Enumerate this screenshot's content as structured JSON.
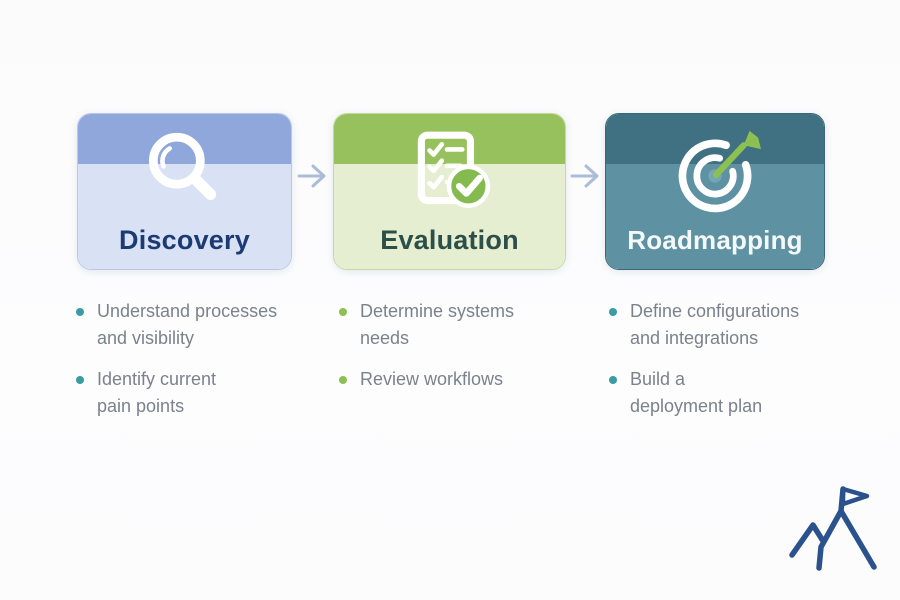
{
  "steps": [
    {
      "title": "Discovery",
      "icon": "magnifier-icon",
      "colors": {
        "header": "#8FA7DA",
        "body": "#D9E2F5",
        "border": "#B9C7EA",
        "title": "#1B3B72",
        "bullet": "#3A9CA3"
      },
      "bullets": [
        "Understand processes\nand visibility",
        "Identify current\npain points"
      ]
    },
    {
      "title": "Evaluation",
      "icon": "checklist-icon",
      "colors": {
        "header": "#97C15C",
        "body": "#E5EED1",
        "border": "#C6DA9E",
        "title": "#2D4F49",
        "bullet": "#8CC152"
      },
      "bullets": [
        "Determine systems\nneeds",
        "Review workflows"
      ]
    },
    {
      "title": "Roadmapping",
      "icon": "target-dart-icon",
      "colors": {
        "header": "#3F7183",
        "body": "#5E92A3",
        "border": "#38687B",
        "title": "#F4F8F8",
        "bullet": "#3A9CA3"
      },
      "bullets": [
        "Define configurations\nand integrations",
        "Build a\ndeployment plan"
      ]
    }
  ],
  "arrow_color": "#A9BDD9",
  "accent_green": "#8CC152",
  "logo": {
    "name": "mountain-flag-logo",
    "color": "#2B528C"
  }
}
